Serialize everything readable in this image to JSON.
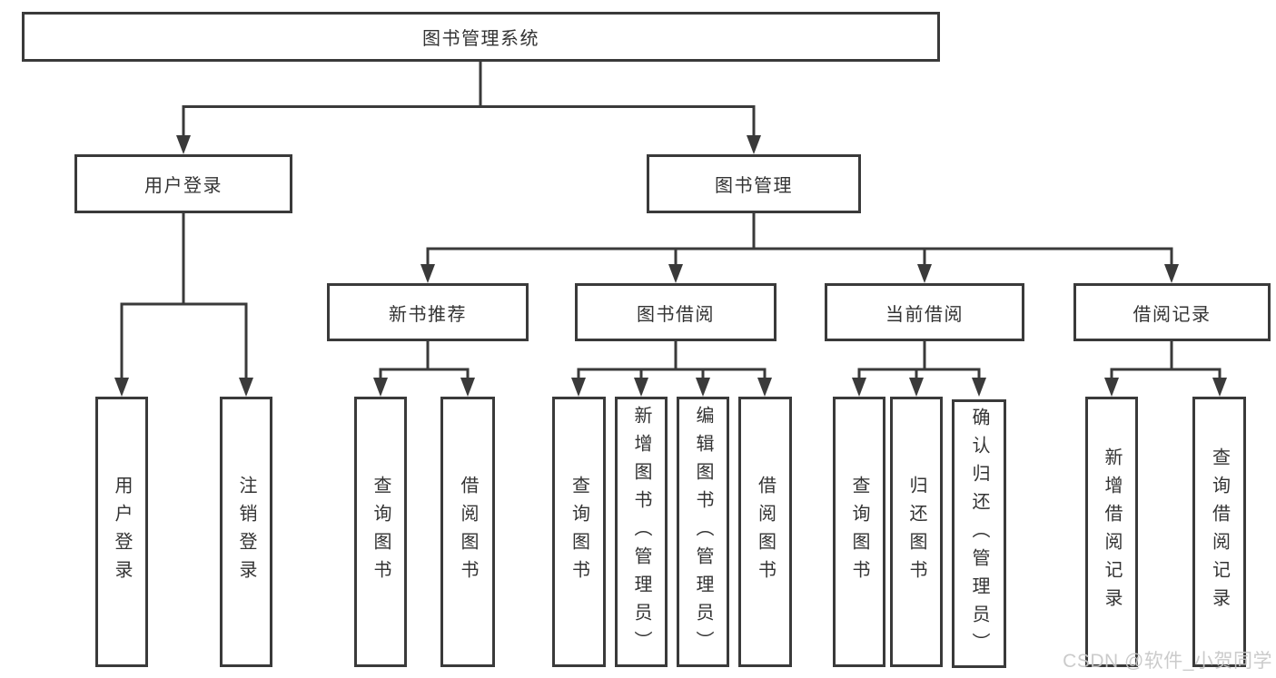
{
  "diagram": {
    "root": {
      "label": "图书管理系统"
    },
    "branches": [
      {
        "label": "用户登录",
        "children": [
          {
            "label": "用户登录"
          },
          {
            "label": "注销登录"
          }
        ]
      },
      {
        "label": "图书管理",
        "children": [
          {
            "label": "新书推荐",
            "children": [
              {
                "label": "查询图书"
              },
              {
                "label": "借阅图书"
              }
            ]
          },
          {
            "label": "图书借阅",
            "children": [
              {
                "label": "查询图书"
              },
              {
                "label": "新增图书（管理员）"
              },
              {
                "label": "编辑图书（管理员）"
              },
              {
                "label": "借阅图书"
              }
            ]
          },
          {
            "label": "当前借阅",
            "children": [
              {
                "label": "查询图书"
              },
              {
                "label": "归还图书"
              },
              {
                "label": "确认归还（管理员）"
              }
            ]
          },
          {
            "label": "借阅记录",
            "children": [
              {
                "label": "新增借阅记录"
              },
              {
                "label": "查询借阅记录"
              }
            ]
          }
        ]
      }
    ]
  },
  "watermark": {
    "text": "CSDN @软件_小贺同学"
  },
  "colors": {
    "background": "#ffffff",
    "line": "#3a3a3a",
    "box_border": "#3a3a3a",
    "text": "#333333",
    "watermark": "#c7c7c7"
  }
}
